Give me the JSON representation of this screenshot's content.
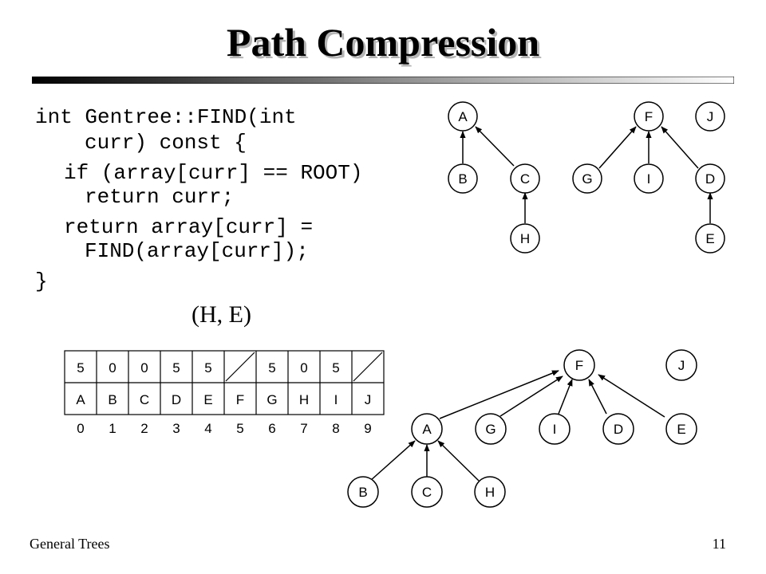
{
  "slide": {
    "title": "Path Compression",
    "code_lines": [
      "int Gentree::FIND(int",
      "curr) const {",
      "if (array[curr] == ROOT)",
      "return curr;",
      "return array[curr] =",
      "FIND(array[curr]);",
      "}"
    ],
    "subtitle": "(H, E)",
    "footer_left": "General Trees",
    "page_number": "11"
  },
  "top_forest": {
    "nodes": [
      "A",
      "B",
      "C",
      "H",
      "F",
      "J",
      "G",
      "I",
      "D",
      "E"
    ]
  },
  "table": {
    "parents": [
      "5",
      "0",
      "0",
      "5",
      "5",
      "",
      "5",
      "0",
      "5",
      ""
    ],
    "labels": [
      "A",
      "B",
      "C",
      "D",
      "E",
      "F",
      "G",
      "H",
      "I",
      "J"
    ],
    "indices": [
      "0",
      "1",
      "2",
      "3",
      "4",
      "5",
      "6",
      "7",
      "8",
      "9"
    ]
  },
  "bottom_forest": {
    "nodes": [
      "F",
      "J",
      "A",
      "G",
      "I",
      "D",
      "E",
      "B",
      "C",
      "H"
    ]
  }
}
